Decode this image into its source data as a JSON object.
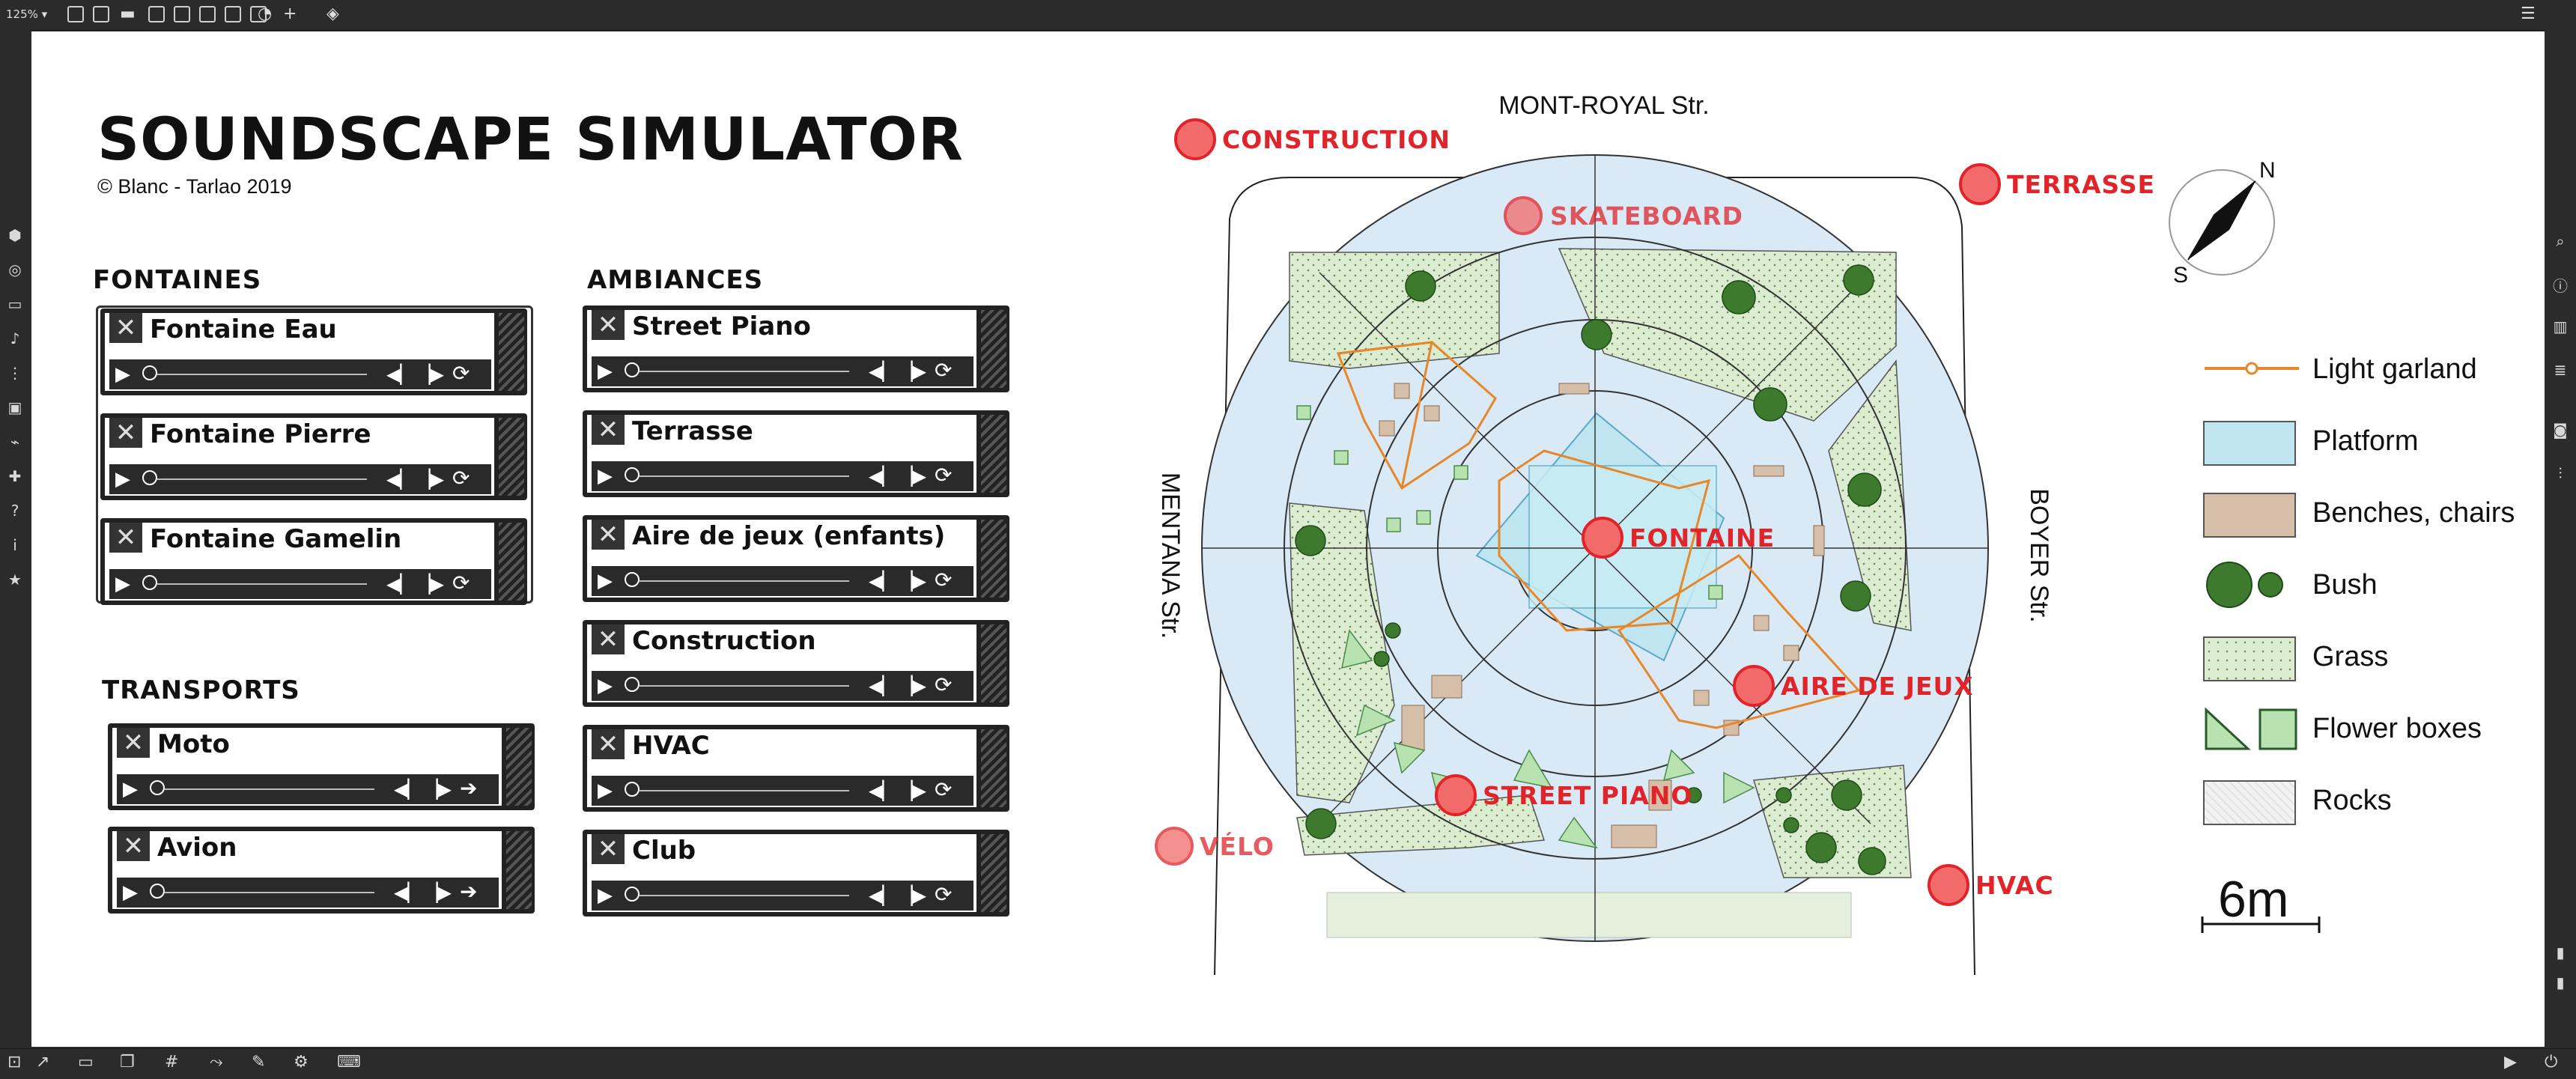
{
  "toolbar": {
    "zoom": "125% ▾"
  },
  "app": {
    "title": "SOUNDSCAPE SIMULATOR",
    "copyright": "© Blanc - Tarlao 2019"
  },
  "groups": {
    "fontaines": "FONTAINES",
    "ambiances": "AMBIANCES",
    "transports": "TRANSPORTS"
  },
  "modules": {
    "fontaine_eau": "Fontaine Eau",
    "fontaine_pierre": "Fontaine Pierre",
    "fontaine_gamelin": "Fontaine Gamelin",
    "street_piano": "Street Piano",
    "terrasse": "Terrasse",
    "aire_de_jeux": "Aire de jeux (enfants)",
    "construction": "Construction",
    "hvac": "HVAC",
    "club": "Club",
    "moto": "Moto",
    "avion": "Avion"
  },
  "map": {
    "streets": {
      "north": "MONT-ROYAL Str.",
      "west": "MENTANA Str.",
      "east": "BOYER Str."
    },
    "sources": {
      "construction": "CONSTRUCTION",
      "skateboard": "SKATEBOARD",
      "terrasse": "TERRASSE",
      "fontaine": "FONTAINE",
      "aire_de_jeux": "AIRE DE JEUX",
      "street_piano": "STREET PIANO",
      "velo": "VÉLO",
      "hvac": "HVAC"
    },
    "compass": {
      "n": "N",
      "s": "S"
    }
  },
  "legend": {
    "garland": "Light garland",
    "platform": "Platform",
    "benches": "Benches, chairs",
    "bush": "Bush",
    "grass": "Grass",
    "flower_boxes": "Flower boxes",
    "rocks": "Rocks",
    "scale": "6m"
  },
  "colors": {
    "source_red": "#e0242a",
    "source_fill": "#f26b6b",
    "garland": "#e8862a",
    "platform": "#bfe6f0",
    "benches": "#d6bfa8",
    "grass": "#dcecd0",
    "sound_field": "#d9e9f6"
  }
}
